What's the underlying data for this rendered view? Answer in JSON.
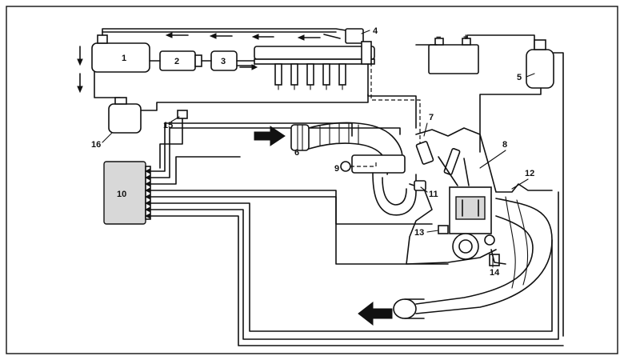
{
  "labels": {
    "l1": "1",
    "l2": "2",
    "l3": "3",
    "l4": "4",
    "l5": "5",
    "l6": "6",
    "l7": "7",
    "l8": "8",
    "l9": "9",
    "l10": "10",
    "l11": "11",
    "l12": "12",
    "l13": "13",
    "l14": "14",
    "l15": "15",
    "l16": "16"
  },
  "battery": {
    "minus": "−",
    "plus": "+"
  },
  "colors": {
    "ink": "#111111",
    "paper": "#ffffff",
    "shade": "#d8d8d8"
  }
}
